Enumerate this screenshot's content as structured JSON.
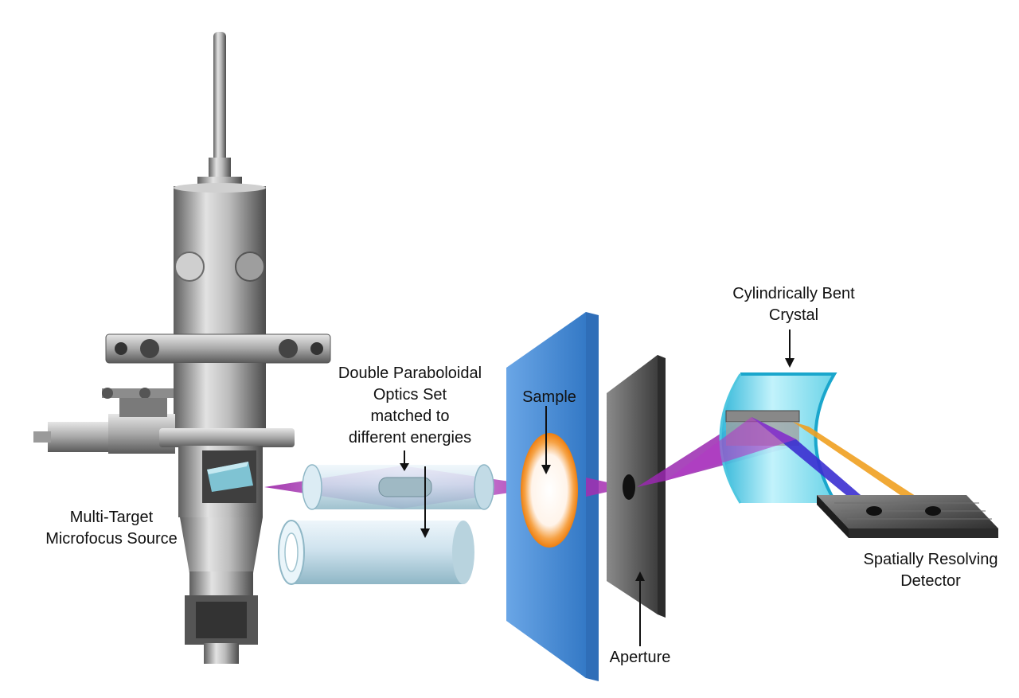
{
  "labels": {
    "source": [
      "Multi-Target",
      "Microfocus Source"
    ],
    "optics": [
      "Double Paraboloidal",
      "Optics Set",
      "matched to",
      "different energies"
    ],
    "sample": "Sample",
    "aperture": "Aperture",
    "crystal": [
      "Cylindrically Bent",
      "Crystal"
    ],
    "detector": [
      "Spatially Resolving",
      "Detector"
    ]
  },
  "colors": {
    "metal_dark": "#5a5a5a",
    "metal_light": "#d8d8d8",
    "beam": "#b030b8",
    "sample_panel": "#4a8fd8",
    "sample_ring": "#f08a1c",
    "aperture_panel": "#555555",
    "crystal": "#7ee0f0",
    "beam_orange": "#f0a020",
    "beam_blue": "#3030c8"
  }
}
